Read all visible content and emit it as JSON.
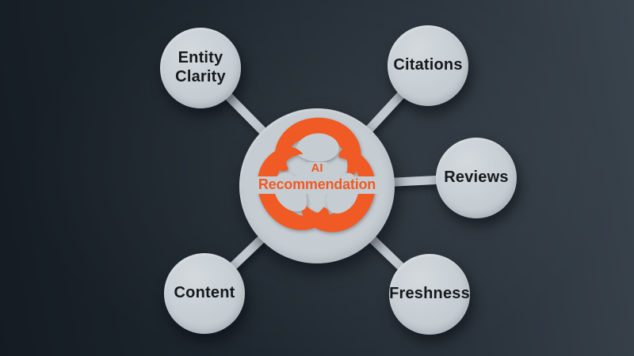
{
  "palette": {
    "background_dark": "#141b23",
    "background_light": "#3a444d",
    "node_fill": "#c7ced3",
    "node_text": "#15181c",
    "connector": "#c2c9cf",
    "accent_orange": "#ef5a25"
  },
  "diagram": {
    "center": {
      "icon": "tri-crescent-logo-icon",
      "label_line1": "AI",
      "label_line2": "Recommendation"
    },
    "nodes": [
      {
        "id": "entity-clarity",
        "label": "Entity Clarity"
      },
      {
        "id": "citations",
        "label": "Citations"
      },
      {
        "id": "reviews",
        "label": "Reviews"
      },
      {
        "id": "content",
        "label": "Content"
      },
      {
        "id": "freshness",
        "label": "Freshness"
      }
    ]
  }
}
